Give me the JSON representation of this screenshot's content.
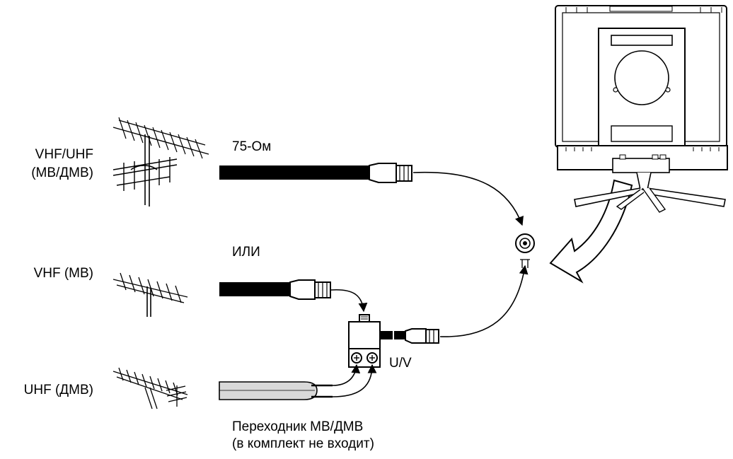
{
  "antennas": {
    "vhf_uhf_line1": "VHF/UHF",
    "vhf_uhf_line2": "(МВ/ДМВ)",
    "vhf": "VHF (МВ)",
    "uhf": "UHF (ДМВ)"
  },
  "cable_label": "75-Ом",
  "or_label": "ИЛИ",
  "combiner_output_label": "U/V",
  "adapter_caption_line1": "Переходник МВ/ДМВ",
  "adapter_caption_line2": "(в комплект не входит)",
  "colors": {
    "ink": "#000000",
    "ribbon": "#d9d9d9",
    "panel": "#ffffff"
  }
}
